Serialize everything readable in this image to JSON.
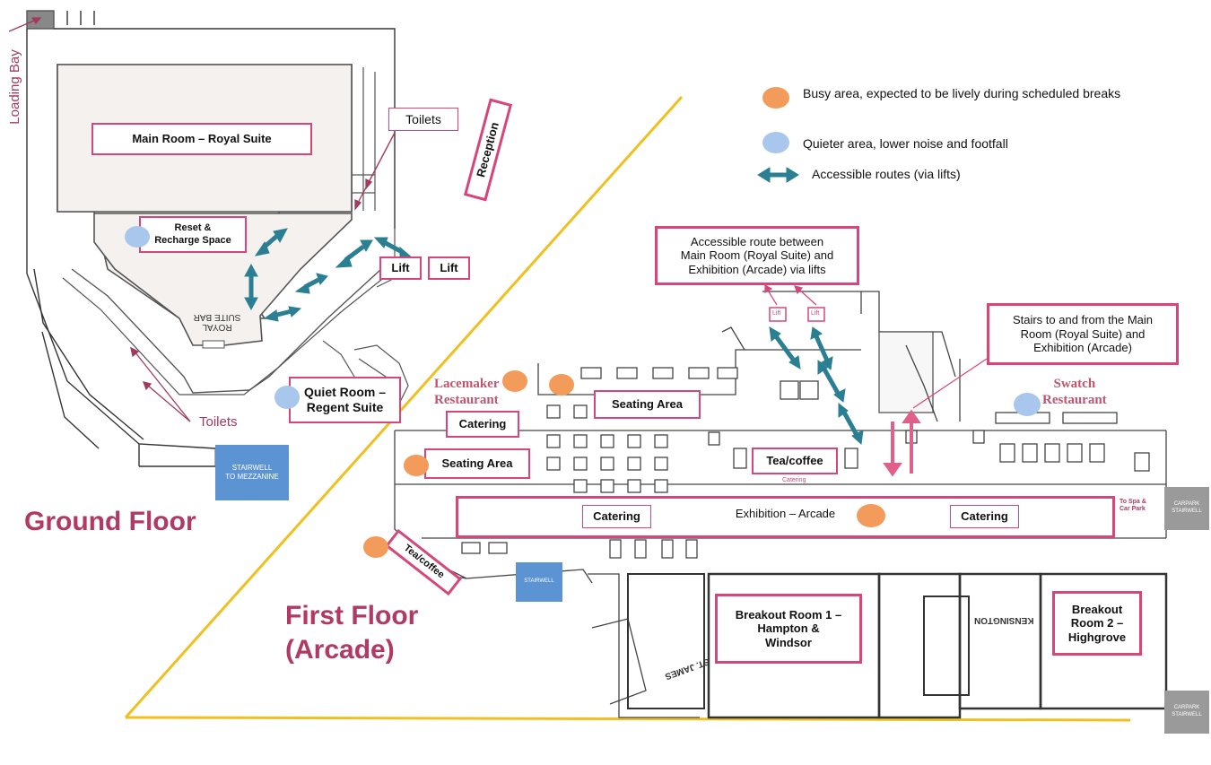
{
  "floors": {
    "ground": "Ground Floor",
    "first_line1": "First Floor",
    "first_line2": "(Arcade)"
  },
  "ground_labels": {
    "loading_bay": "Loading Bay",
    "main_room": "Main Room – Royal Suite",
    "toilets_top": "Toilets",
    "reception": "Reception",
    "reset_line1": "Reset &",
    "reset_line2": "Recharge Space",
    "lift_1": "Lift",
    "lift_2": "Lift",
    "quiet_room_line1": "Quiet Room –",
    "quiet_room_line2": "Regent Suite",
    "toilets_bottom": "Toilets",
    "stairwell_mezz_line1": "STAIRWELL",
    "stairwell_mezz_line2": "TO MEZZANINE",
    "royal_suite_bar_line1": "ROYAL",
    "royal_suite_bar_line2": "SUITE BAR"
  },
  "legend": {
    "busy": "Busy area, expected to be lively during scheduled breaks",
    "quiet": "Quieter area, lower noise and footfall",
    "accessible": "Accessible routes (via lifts)"
  },
  "first_labels": {
    "accessible_route_line1": "Accessible route between",
    "accessible_route_line2": "Main Room (Royal Suite) and",
    "accessible_route_line3": "Exhibition (Arcade) via lifts",
    "stairs_line1": "Stairs to and from the Main",
    "stairs_line2": "Room (Royal Suite) and",
    "stairs_line3": "Exhibition (Arcade)",
    "lacemaker_line1": "Lacemaker",
    "lacemaker_line2": "Restaurant",
    "swatch_line1": "Swatch",
    "swatch_line2": "Restaurant",
    "catering_1": "Catering",
    "seating_area_1": "Seating Area",
    "seating_area_2": "Seating Area",
    "tea_coffee_1": "Tea/coffee",
    "tea_coffee_2": "Tea/coffee",
    "catering_small": "Catering",
    "exhibition": "Exhibition – Arcade",
    "catering_2": "Catering",
    "catering_3": "Catering",
    "to_spa_line1": "To Spa &",
    "to_spa_line2": "Car Park",
    "carpark_stairwell_1_line1": "CARPARK",
    "carpark_stairwell_1_line2": "STAIRWELL",
    "carpark_stairwell_2_line1": "CARPARK",
    "carpark_stairwell_2_line2": "STAIRWELL",
    "stairwell": "STAIRWELL",
    "breakout1_line1": "Breakout Room 1 –",
    "breakout1_line2": "Hampton &",
    "breakout1_line3": "Windsor",
    "breakout2_line1": "Breakout",
    "breakout2_line2": "Room 2 –",
    "breakout2_line3": "Highgrove",
    "kensington": "KENSINGTON",
    "st_james": "ST. JAMES",
    "lift_a": "Lift",
    "lift_b": "Lift"
  },
  "colors": {
    "label_border": "#d6467a",
    "floor_title": "#b03a63",
    "busy_dot": "#f29b5a",
    "quiet_dot": "#a9c7ec",
    "accessible_arrow": "#2b7f93",
    "divider": "#f0c020",
    "stairwell_blue": "#5b93d3"
  }
}
